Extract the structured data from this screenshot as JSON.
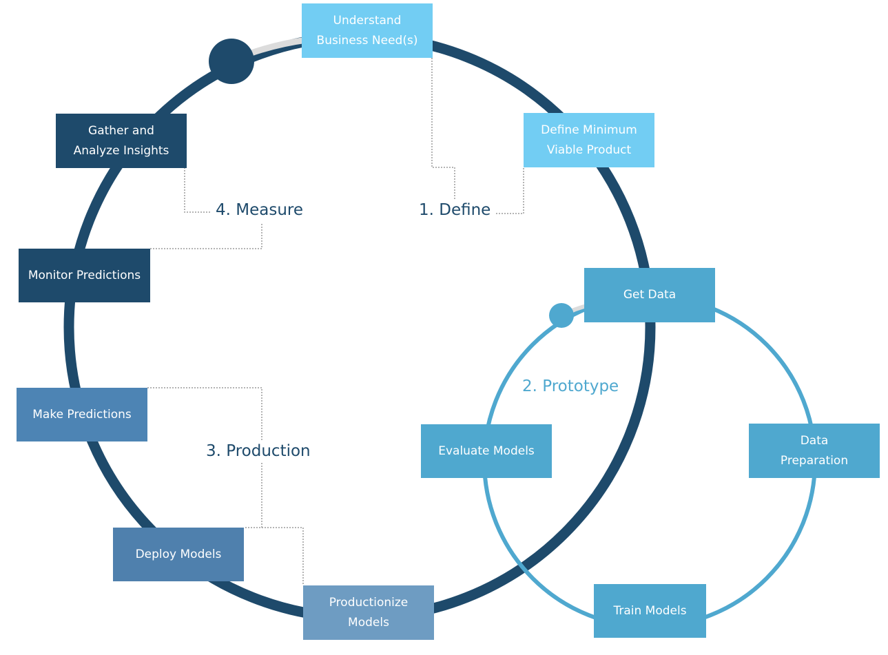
{
  "colors": {
    "main_cycle": "#1e4a6b",
    "main_cycle_gap": "#dcdcdc",
    "prototype_cycle": "#4fa8cf",
    "define_box": "#72cdf3",
    "prototype_box": "#4fa8cf",
    "production_box": "#4d84b4",
    "measure_box": "#1e4a6b",
    "connector": "#9a9a9a"
  },
  "phases": {
    "define": "1. Define",
    "prototype": "2. Prototype",
    "production": "3. Production",
    "measure": "4. Measure"
  },
  "steps": {
    "understand_business_needs": [
      "Understand",
      "Business Need(s)"
    ],
    "define_mvp": [
      "Define Minimum",
      "Viable Product"
    ],
    "get_data": [
      "Get Data"
    ],
    "data_preparation": [
      "Data",
      "Preparation"
    ],
    "train_models": [
      "Train Models"
    ],
    "evaluate_models": [
      "Evaluate Models"
    ],
    "productionize_models": [
      "Productionize",
      "Models"
    ],
    "deploy_models": [
      "Deploy Models"
    ],
    "make_predictions": [
      "Make Predictions"
    ],
    "monitor_predictions": [
      "Monitor Predictions"
    ],
    "gather_insights": [
      "Gather and",
      "Analyze Insights"
    ]
  }
}
